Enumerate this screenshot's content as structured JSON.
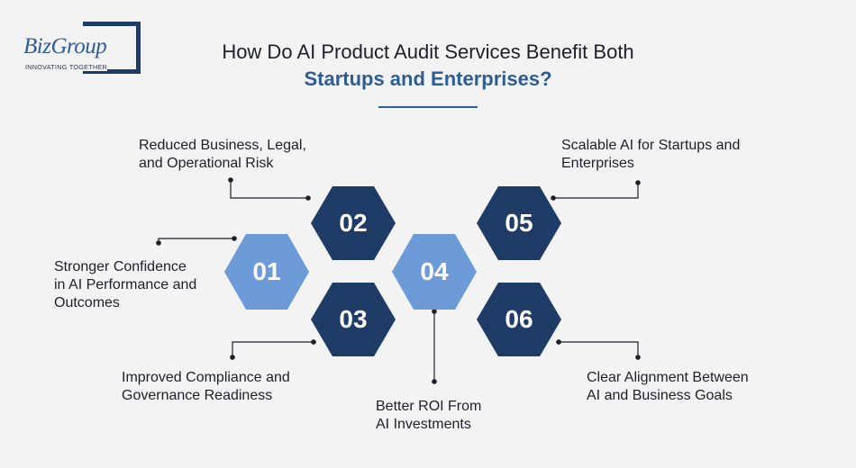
{
  "logo": {
    "name": "BizGroup",
    "tagline": "INNOVATING TOGETHER"
  },
  "title": {
    "line1": "How Do AI Product Audit Services Benefit Both",
    "line2": "Startups and Enterprises?"
  },
  "colors": {
    "dark_hex": "#1e3c66",
    "light_hex": "#6d9bd7",
    "accent": "#2e5d94",
    "text": "#1d1f2a"
  },
  "items": [
    {
      "number": "01",
      "label": "Stronger Confidence\nin AI Performance and\nOutcomes"
    },
    {
      "number": "02",
      "label": "Reduced Business, Legal,\nand Operational Risk"
    },
    {
      "number": "03",
      "label": "Improved Compliance and\nGovernance Readiness"
    },
    {
      "number": "04",
      "label": "Better ROI From\nAI Investments"
    },
    {
      "number": "05",
      "label": "Scalable AI for Startups and\nEnterprises"
    },
    {
      "number": "06",
      "label": "Clear Alignment Between\nAI and Business Goals"
    }
  ]
}
